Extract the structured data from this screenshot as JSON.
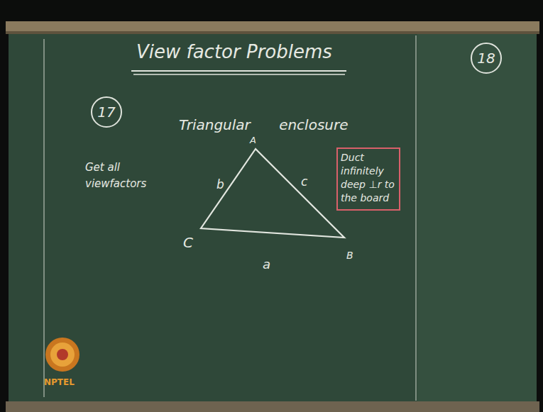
{
  "diagram": {
    "title": "View factor Problems",
    "nodes": [
      {
        "text": [
          "17"
        ]
      },
      {
        "text": [
          "Duct infinitely deep ⊥r to the board"
        ]
      },
      {
        "text": [
          "18"
        ]
      }
    ],
    "labels": [
      "Triangular enclosure",
      "Get all viewfactors",
      "A",
      "b",
      "c",
      "C",
      "a",
      "B",
      "NPTEL"
    ]
  }
}
